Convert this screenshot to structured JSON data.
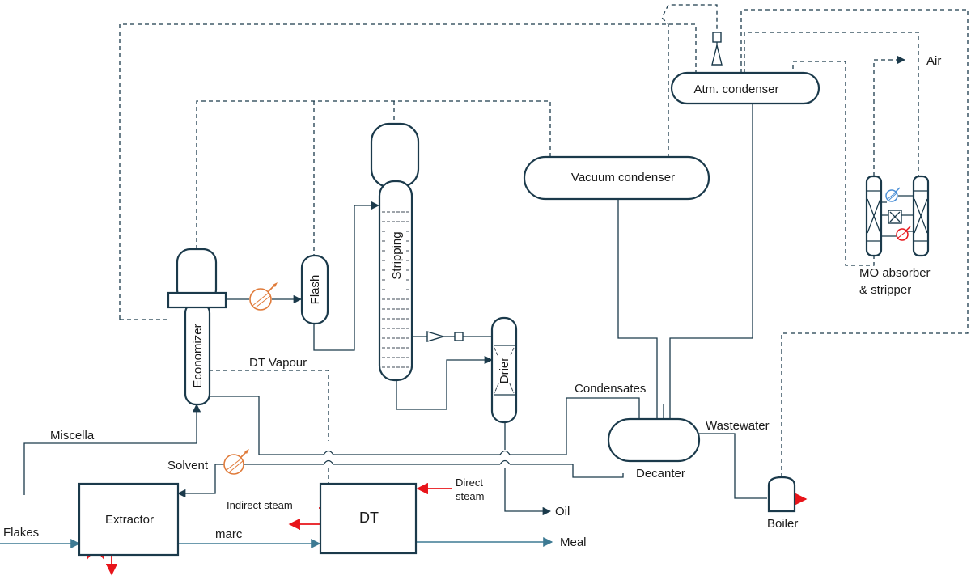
{
  "labels": {
    "atm_condenser": "Atm. condenser",
    "vacuum_condenser": "Vacuum condenser",
    "air": "Air",
    "mo_absorber": "MO absorber",
    "mo_stripper": "& stripper",
    "stripping": "Stripping",
    "flash": "Flash",
    "economizer": "Economizer",
    "drier": "Drier",
    "dt_vapour": "DT Vapour",
    "condensates": "Condensates",
    "wastewater": "Wastewater",
    "decanter": "Decanter",
    "miscella": "Miscella",
    "solvent": "Solvent",
    "direct_steam_1": "Direct",
    "direct_steam_2": "steam",
    "indirect_steam": "Indirect steam",
    "extractor": "Extractor",
    "dt": "DT",
    "oil": "Oil",
    "flakes": "Flakes",
    "marc": "marc",
    "meal": "Meal",
    "boiler": "Boiler"
  },
  "colors": {
    "equipment_stroke": "#1b3a4b",
    "solids_stream": "#3d7a93",
    "steam_stream": "#e8141a",
    "heater_accent": "#e07b3a",
    "cooler_accent": "#4a8fd6"
  }
}
